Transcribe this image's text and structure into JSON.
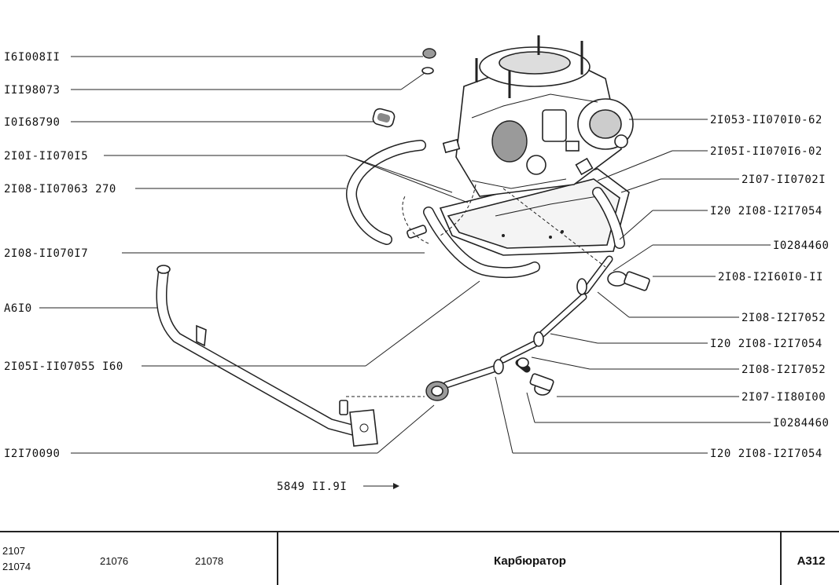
{
  "diagram": {
    "left_labels": [
      "I6I008II",
      "III98073",
      "I0I68790",
      "2I0I-II070I5",
      "2I08-II07063 270",
      "2I08-II070I7",
      "A6I0",
      "2I05I-II07055 I60",
      "I2I70090"
    ],
    "right_labels": [
      "2I053-II070I0-62",
      "2I05I-II070I6-02",
      "2I07-II0702I",
      "I20 2I08-I2I7054",
      "I0284460",
      "2I08-I2I60I0-II",
      "2I08-I2I7052",
      "I20 2I08-I2I7054",
      "2I08-I2I7052",
      "2I07-II80I00",
      "I0284460",
      "I20 2I08-I2I7054"
    ],
    "stamp": "5849 II.9I"
  },
  "footer": {
    "models_top": "2107",
    "models_bottom": "21074",
    "model_b": "21076",
    "model_c": "21078",
    "title": "Карбюратор",
    "code": "А312"
  }
}
